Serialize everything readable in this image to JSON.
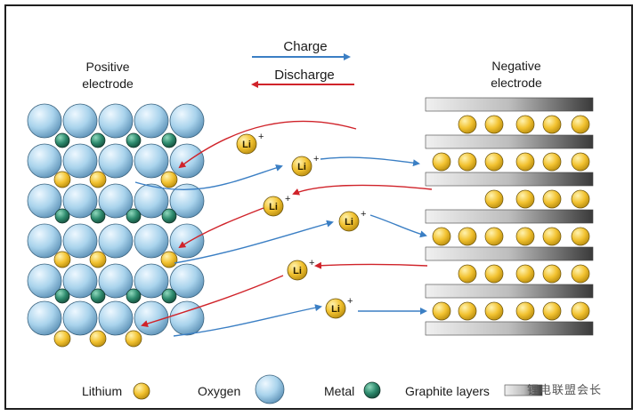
{
  "labels": {
    "positive_line1": "Positive",
    "positive_line2": "electrode",
    "negative_line1": "Negative",
    "negative_line2": "electrode",
    "charge": "Charge",
    "discharge": "Discharge",
    "ion": "Li",
    "ion_charge": "+"
  },
  "legend": {
    "lithium": "Lithium",
    "oxygen": "Oxygen",
    "metal": "Metal",
    "graphite": "Graphite layers"
  },
  "watermark": "锂电联盟会长",
  "colors": {
    "lithium": "#f2c230",
    "oxygen": "#a9d3ec",
    "metal": "#2d8a6d",
    "charge_arrow": "#3b7fc4",
    "discharge_arrow": "#d0232a",
    "graphite_light": "#e6e6e6",
    "graphite_dark": "#3a3a3a"
  }
}
